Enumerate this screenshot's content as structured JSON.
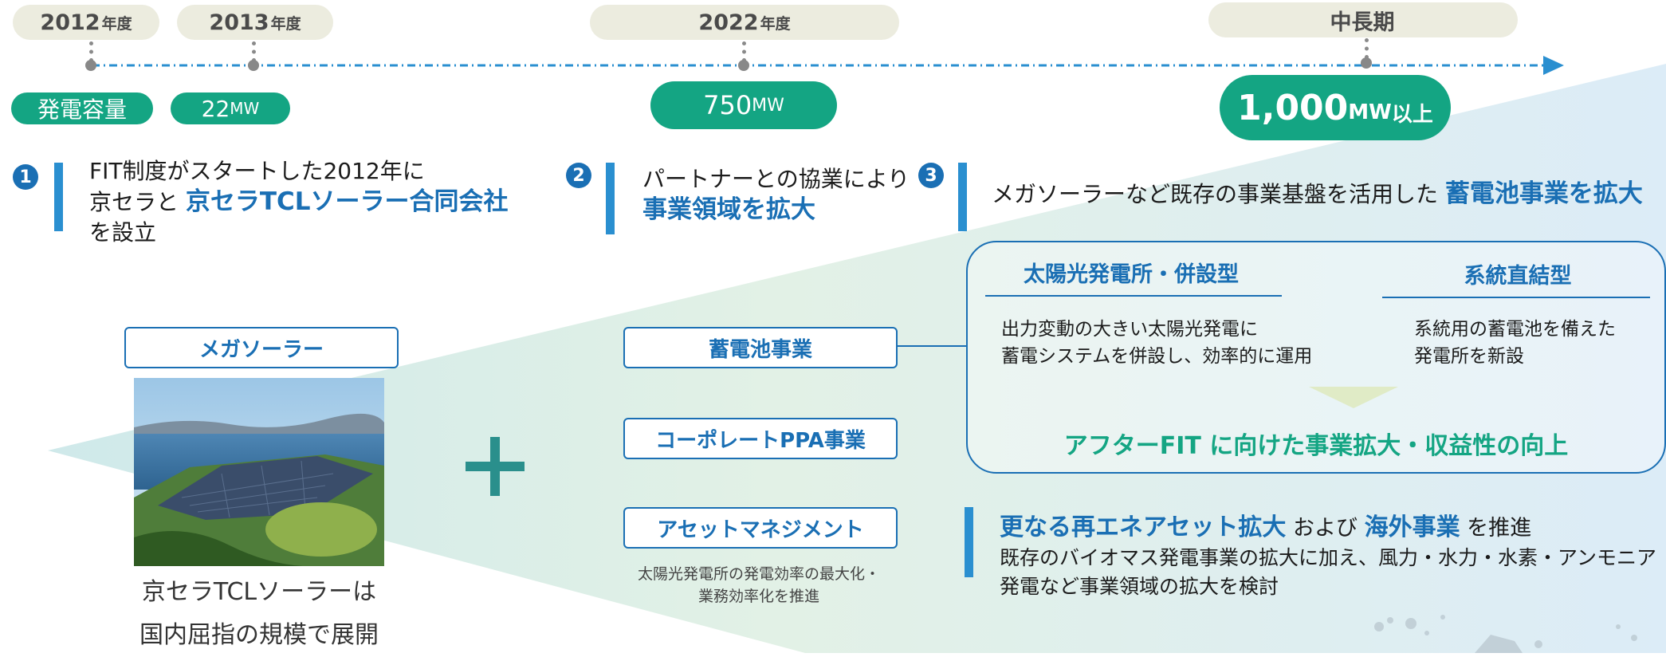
{
  "timeline": {
    "years": [
      {
        "label": "2012",
        "suffix": "年度"
      },
      {
        "label": "2013",
        "suffix": "年度"
      },
      {
        "label": "2022",
        "suffix": "年度"
      },
      {
        "label": "中長期",
        "suffix": ""
      }
    ],
    "capacity_label": "発電容量",
    "capacities": [
      {
        "value": "22",
        "unit": "MW",
        "suffix": ""
      },
      {
        "value": "750",
        "unit": "MW",
        "suffix": ""
      },
      {
        "value": "1,000",
        "unit": "MW",
        "suffix": "以上"
      }
    ]
  },
  "steps": [
    {
      "num": "1",
      "line1": "FIT制度がスタートした2012年に",
      "line2_pre": "京セラと ",
      "line2_em": "京セラTCLソーラー合同会社",
      "line3": "を設立"
    },
    {
      "num": "2",
      "line1": "パートナーとの協業により",
      "line2_em": "事業領域を拡大"
    },
    {
      "num": "3",
      "pre": "メガソーラーなど既存の事業基盤を活用した ",
      "em": "蓄電池事業を拡大"
    }
  ],
  "mega": {
    "box": "メガソーラー",
    "caption1": "京セラTCLソーラーは",
    "caption2": "国内屈指の規模で展開"
  },
  "plus": "+",
  "businesses": {
    "storage": "蓄電池事業",
    "ppa": "コーポレートPPA事業",
    "asset": "アセットマネジメント",
    "asset_note1": "太陽光発電所の発電効率の最大化・",
    "asset_note2": "業務効率化を推進"
  },
  "storage_panel": {
    "type1_title": "太陽光発電所・併設型",
    "type1_desc1": "出力変動の大きい太陽光発電に",
    "type1_desc2": "蓄電システムを併設し、効率的に運用",
    "type2_title": "系統直結型",
    "type2_desc1": "系統用の蓄電池を備えた",
    "type2_desc2": "発電所を新設",
    "result": "アフターFIT に向けた事業拡大・収益性の向上"
  },
  "future": {
    "em1": "更なる再エネアセット拡大",
    "mid": " および ",
    "em2": "海外事業",
    "post": " を推進",
    "desc1": "既存のバイオマス発電事業の拡大に加え、風力・水力・水素・アンモニア",
    "desc2": "発電など事業領域の拡大を検討"
  },
  "colors": {
    "accent_green": "#14a583",
    "accent_blue": "#1a6fb4",
    "bar_blue": "#2a8fd0",
    "pill_bg": "#ececdf"
  }
}
